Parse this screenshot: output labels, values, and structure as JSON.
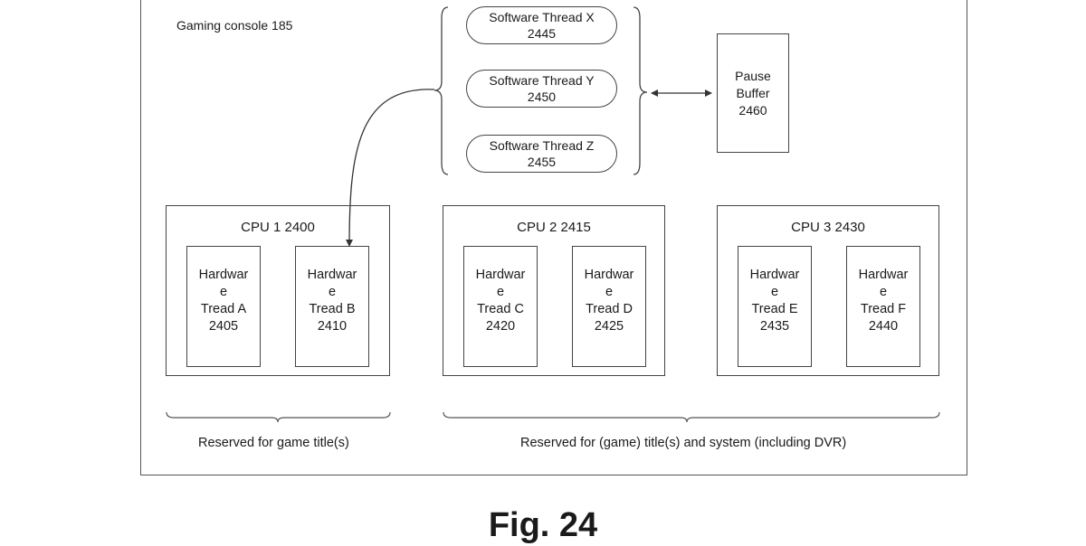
{
  "console_label": "Gaming console 185",
  "software_threads": [
    {
      "name": "Software Thread X",
      "id": "2445"
    },
    {
      "name": "Software Thread Y",
      "id": "2450"
    },
    {
      "name": "Software Thread Z",
      "id": "2455"
    }
  ],
  "pause_buffer": {
    "line1": "Pause",
    "line2": "Buffer",
    "id": "2460"
  },
  "cpus": [
    {
      "title": "CPU 1 2400",
      "threads": [
        {
          "l1": "Hardwar",
          "l2": "e",
          "l3": "Tread A",
          "id": "2405"
        },
        {
          "l1": "Hardwar",
          "l2": "e",
          "l3": "Tread B",
          "id": "2410"
        }
      ]
    },
    {
      "title": "CPU 2 2415",
      "threads": [
        {
          "l1": "Hardwar",
          "l2": "e",
          "l3": "Tread C",
          "id": "2420"
        },
        {
          "l1": "Hardwar",
          "l2": "e",
          "l3": "Tread D",
          "id": "2425"
        }
      ]
    },
    {
      "title": "CPU 3 2430",
      "threads": [
        {
          "l1": "Hardwar",
          "l2": "e",
          "l3": "Tread E",
          "id": "2435"
        },
        {
          "l1": "Hardwar",
          "l2": "e",
          "l3": "Tread F",
          "id": "2440"
        }
      ]
    }
  ],
  "reserved": {
    "game": "Reserved for game title(s)",
    "system": "Reserved for (game) title(s) and system (including DVR)"
  },
  "figure_caption": "Fig. 24",
  "line_color": "#444444"
}
